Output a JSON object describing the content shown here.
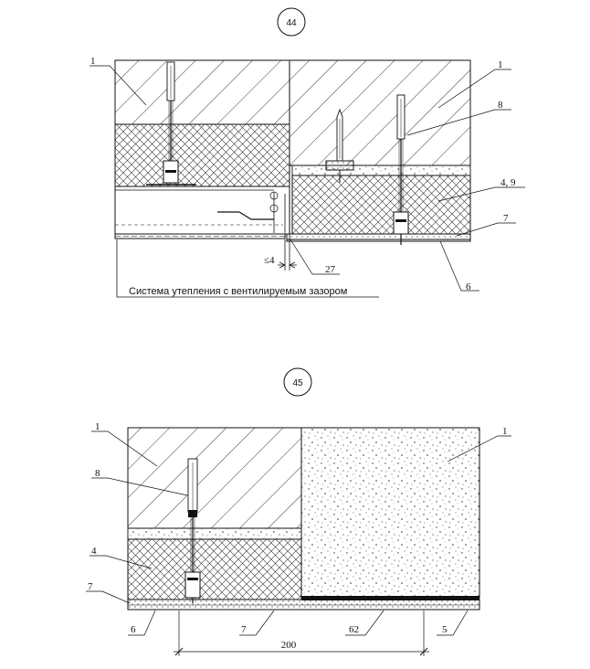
{
  "detail_44": {
    "number": "44",
    "labels": {
      "l1_left": "1",
      "l1_right": "1",
      "l8": "8",
      "l49": "4, 9",
      "l7": "7",
      "l27": "27",
      "l6": "6",
      "gap": "≤4"
    },
    "caption": "Система утепления с вентилируемым зазором"
  },
  "detail_45": {
    "number": "45",
    "labels": {
      "l1_left": "1",
      "l1_right": "1",
      "l8": "8",
      "l4": "4",
      "l7_left": "7",
      "l6": "6",
      "l7_bottom": "7",
      "l62": "62",
      "l5": "5",
      "dim": "200"
    }
  }
}
